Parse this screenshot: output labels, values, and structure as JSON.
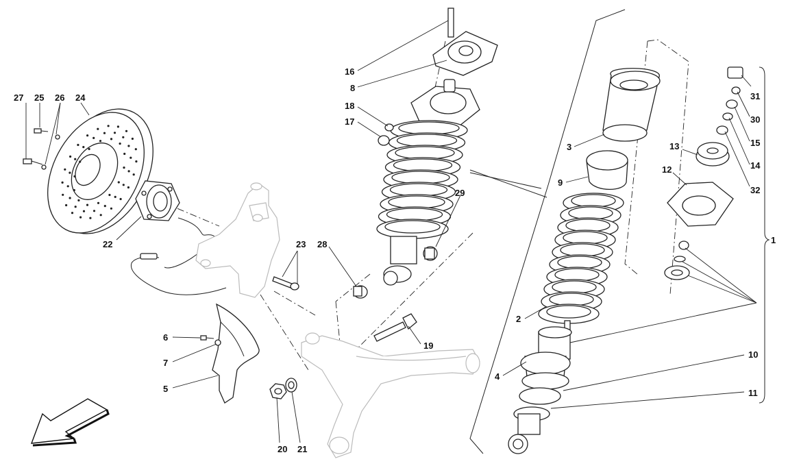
{
  "callouts": {
    "c1": "1",
    "c2": "2",
    "c3": "3",
    "c4": "4",
    "c5": "5",
    "c6": "6",
    "c7": "7",
    "c8": "8",
    "c9": "9",
    "c10": "10",
    "c11": "11",
    "c12": "12",
    "c13": "13",
    "c14": "14",
    "c15": "15",
    "c16": "16",
    "c17": "17",
    "c18": "18",
    "c19": "19",
    "c20": "20",
    "c21": "21",
    "c22": "22",
    "c23": "23",
    "c24": "24",
    "c25": "25",
    "c26": "26",
    "c27": "27",
    "c28": "28",
    "c29": "29",
    "c30": "30",
    "c31": "31",
    "c32": "32"
  },
  "colors": {
    "line": "#222222",
    "ghost": "#bbbbbb",
    "background": "#ffffff"
  },
  "icons": {
    "direction": "front-arrow-icon"
  }
}
